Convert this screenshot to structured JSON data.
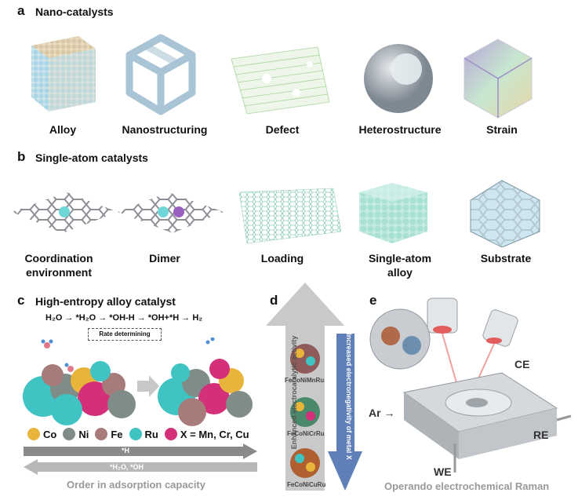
{
  "panel_a": {
    "letter": "a",
    "title": "Nano-catalysts",
    "items": [
      "Alloy",
      "Nanostructuring",
      "Defect",
      "Heterostructure",
      "Strain"
    ]
  },
  "panel_b": {
    "letter": "b",
    "title": "Single-atom catalysts",
    "items": [
      {
        "line1": "Coordination",
        "line2": "environment"
      },
      {
        "line1": "Dimer",
        "line2": ""
      },
      {
        "line1": "Loading",
        "line2": ""
      },
      {
        "line1": "Single-atom",
        "line2": "alloy"
      },
      {
        "line1": "Substrate",
        "line2": ""
      }
    ]
  },
  "panel_c": {
    "letter": "c",
    "title": "High-entropy alloy catalyst",
    "reaction": "H₂O → *H₂O → *OH-H → *OH+*H → H₂",
    "rate_label": "Rate determining",
    "legend": [
      {
        "label": "Co",
        "color": "#e8b43a"
      },
      {
        "label": "Ni",
        "color": "#7f8c88"
      },
      {
        "label": "Fe",
        "color": "#a87b7b"
      },
      {
        "label": "Ru",
        "color": "#3fc3c3"
      },
      {
        "label": "X = Mn, Cr, Cu",
        "color": "#d4307a"
      }
    ],
    "arrow_right_label": "*H",
    "arrow_left_label": "*H₂O, *OH",
    "order_label": "Order in adsorption capacity"
  },
  "panel_d": {
    "letter": "d",
    "up_label": "Enhanced electrocatalytic activity",
    "down_label": "Increased electronegativity of metal X",
    "particles": [
      "FeCoNiMnRu",
      "FeCoNiCrRu",
      "FeCoNiCuRu"
    ]
  },
  "panel_e": {
    "letter": "e",
    "labels": {
      "ce": "CE",
      "ar": "Ar",
      "re": "RE",
      "we": "WE"
    },
    "caption": "Operando electrochemical Raman"
  }
}
